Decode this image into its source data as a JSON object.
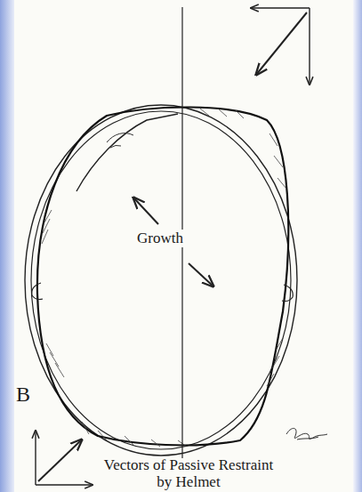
{
  "diagram": {
    "caption": "Vectors of Passive Restraint by Helmet",
    "labels": [
      "Growth",
      "B"
    ]
  }
}
